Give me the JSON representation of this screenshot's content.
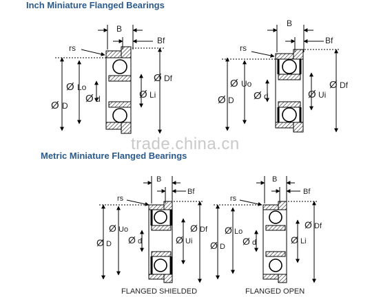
{
  "titles": {
    "inch": "Inch Miniature Flanged Bearings",
    "metric": "Metric Miniature Flanged Bearings"
  },
  "watermark": "trade.china.cn",
  "labels": {
    "B": "B",
    "Bf": "Bf",
    "rs": "rs",
    "Lo": "Lo",
    "d": "d",
    "D": "D",
    "Df": "Df",
    "Li": "Li",
    "Uo": "Uo",
    "Ui": "Ui",
    "phi": "Ø"
  },
  "captions": {
    "shielded": "FLANGED SHIELDED",
    "open": "FLANGED OPEN"
  }
}
